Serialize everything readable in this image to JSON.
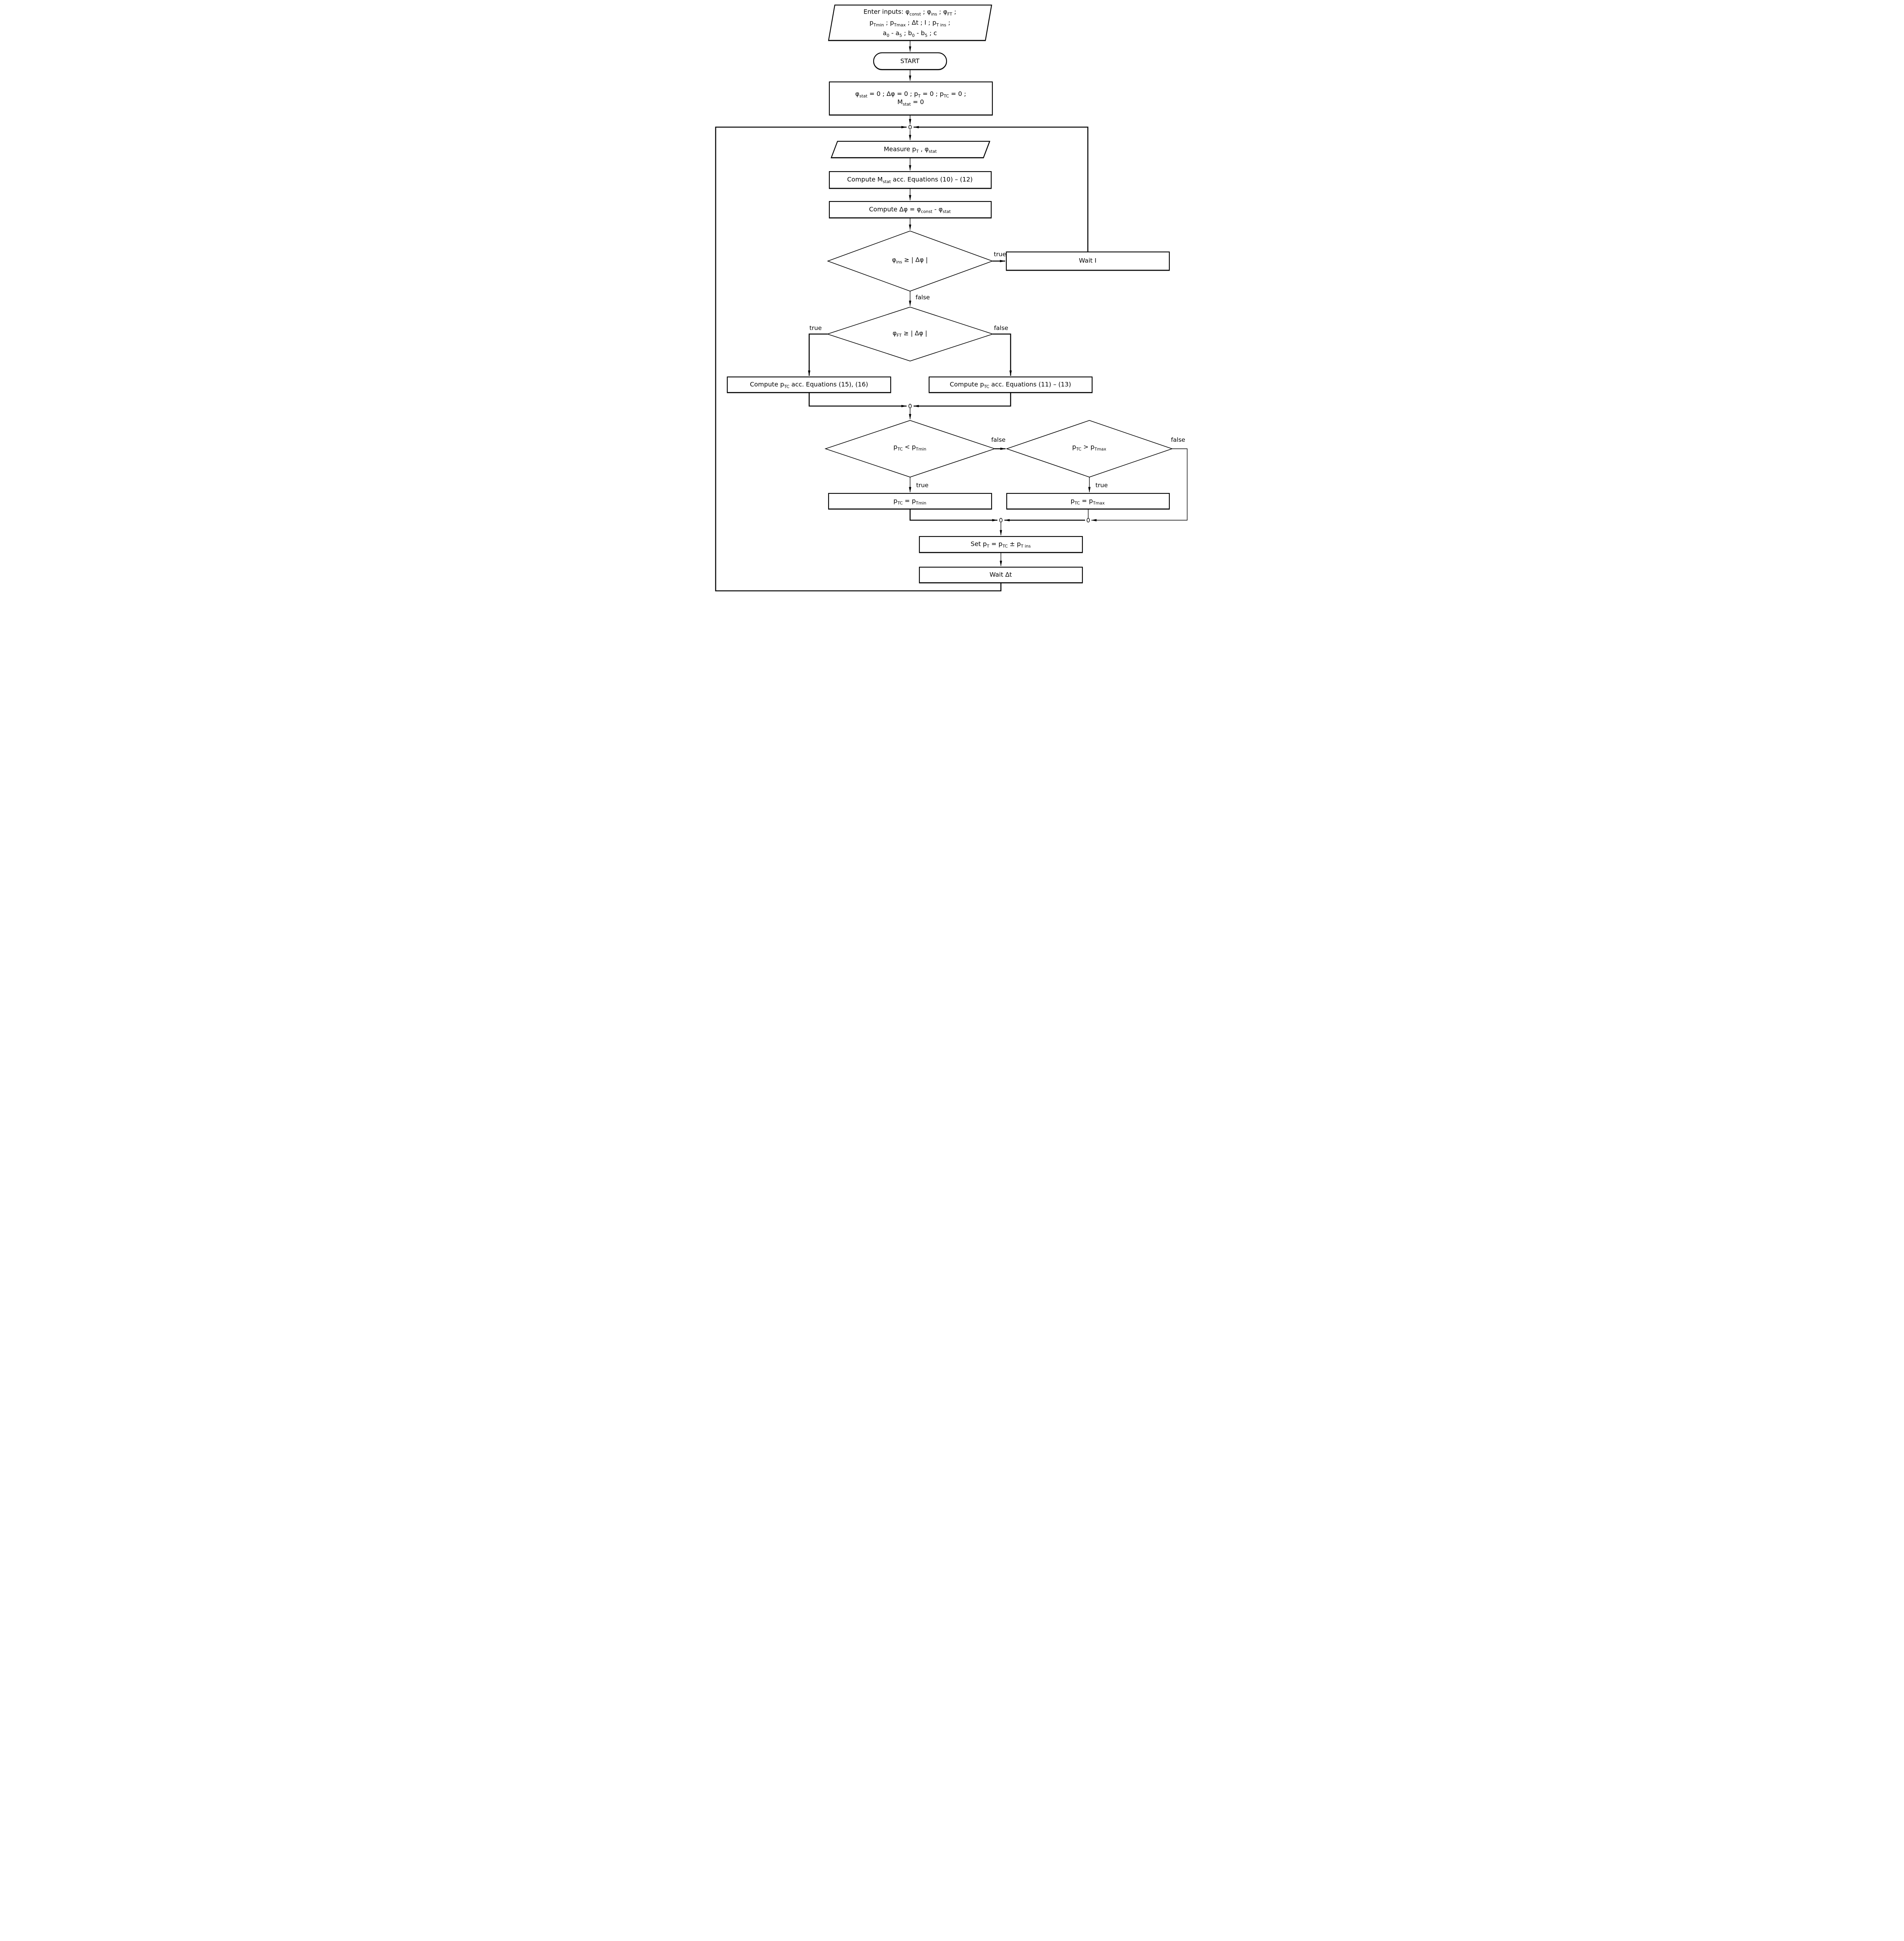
{
  "flowchart": {
    "nodes": {
      "enter_inputs": [
        "Enter inputs: φ_{const} ; φ_{ins} ; φ_{FT} ;",
        "p_{Tmin} ; p_{Tmax} ; Δt ; I ; p_{T ins} ;",
        "a_{0} - a_{5} ; b_{0} - b_{5} ; c"
      ],
      "start": "START",
      "init": [
        "φ_{stat} = 0 ; Δφ = 0 ; p_{T} = 0 ; p_{TC} = 0 ;",
        "M_{stat} = 0"
      ],
      "measure": "Measure p_{T} , φ_{stat}",
      "compute_mstat": "Compute  M_{stat} acc. Equations (10) – (12)",
      "compute_dphi": "Compute Δφ = φ_{const} - φ_{stat}",
      "decision_ins": "φ_{ins} ≥ | Δφ |",
      "wait_interval": "Wait I",
      "decision_ft": "φ_{FT} ≥ | Δφ |",
      "compute_ptc_15_16": "Compute  p_{TC}  acc. Equations (15), (16)",
      "compute_ptc_11_13": "Compute  p_{TC}  acc. Equations (11) – (13)",
      "decision_pmin": "p_{TC} < p_{Tmin}",
      "decision_pmax": "p_{TC} > p_{Tmax}",
      "assign_pmin": "p_{TC} = p_{Tmin}",
      "assign_pmax": "p_{TC} = p_{Tmax}",
      "set_pt": "Set  p_{T} =  p_{TC} ± p_{T ins}",
      "wait_dt": "Wait Δt"
    },
    "branch_labels": {
      "ins_true": "true",
      "ins_false": "false",
      "ft_true": "true",
      "ft_false": "false",
      "pmin_true": "true",
      "pmin_false": "false",
      "pmax_true": "true",
      "pmax_false": "false"
    },
    "colors": {
      "line": "#000000",
      "shape_fill": "#ffffff",
      "background": "#ffffff"
    }
  }
}
